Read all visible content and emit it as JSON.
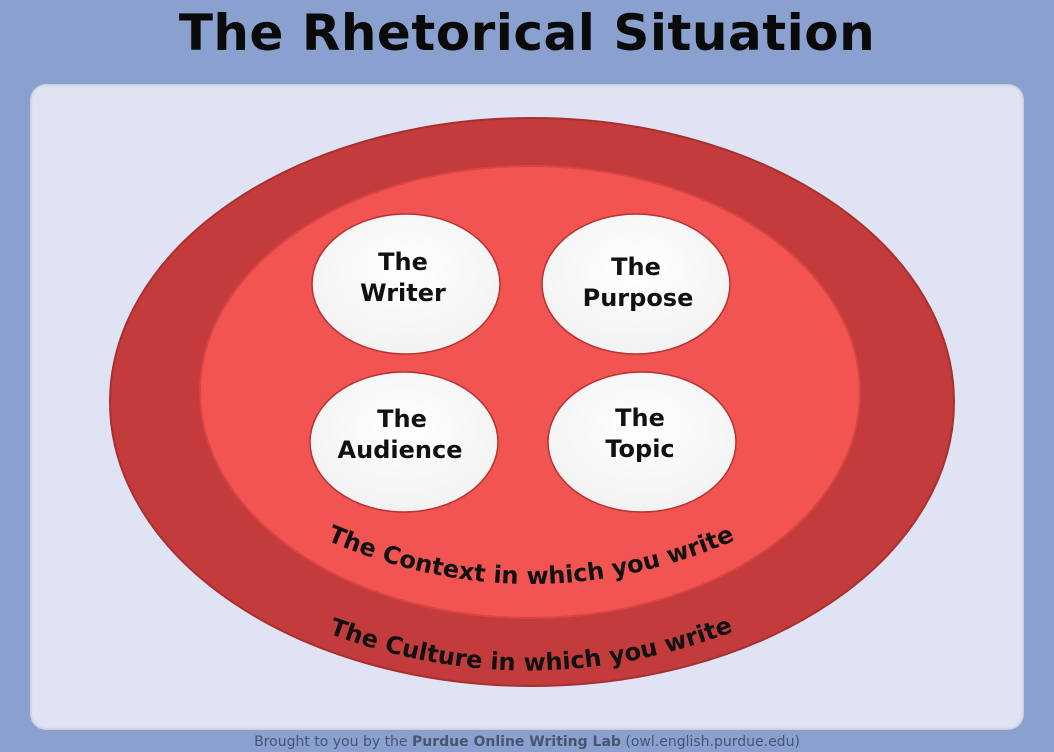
{
  "title": "The Rhetorical Situation",
  "outer_ring_label": "The Culture in which you write",
  "inner_ring_label": "The Context in which you write",
  "circles": [
    {
      "line1": "The",
      "line2": "Writer"
    },
    {
      "line1": "The",
      "line2": "Purpose"
    },
    {
      "line1": "The",
      "line2": "Audience"
    },
    {
      "line1": "The",
      "line2": "Topic"
    }
  ],
  "footer": {
    "prefix": "Brought to you by the",
    "org": "Purdue Online Writing Lab",
    "url": "(owl.english.purdue.edu)"
  },
  "colors": {
    "background": "#8aa0cf",
    "panel": "#dfe3f3",
    "outer_ellipse": "#c43b3b",
    "inner_ellipse": "#f25452",
    "circle_fill": "#ffffff"
  }
}
